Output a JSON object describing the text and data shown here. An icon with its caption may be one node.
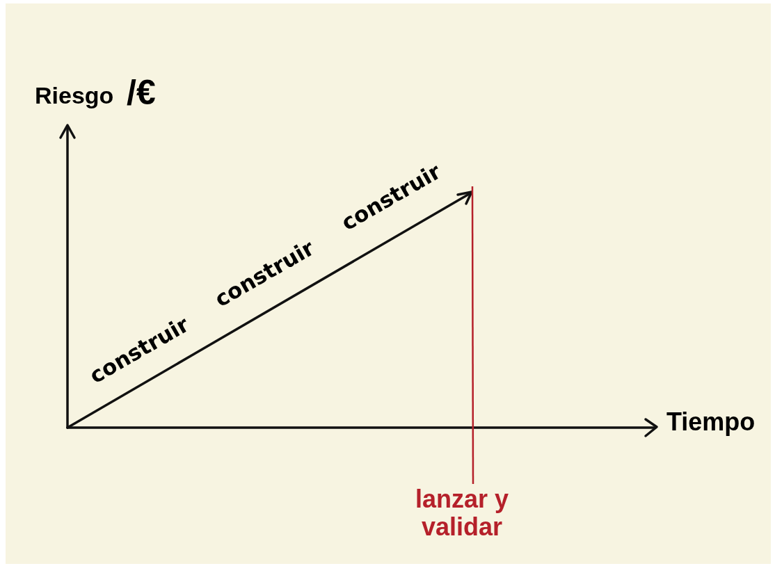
{
  "diagram": {
    "labels": [
      "Riesgo",
      "/€",
      "construir",
      "construir",
      "construir",
      "Tiempo",
      "lanzar y validar"
    ]
  }
}
